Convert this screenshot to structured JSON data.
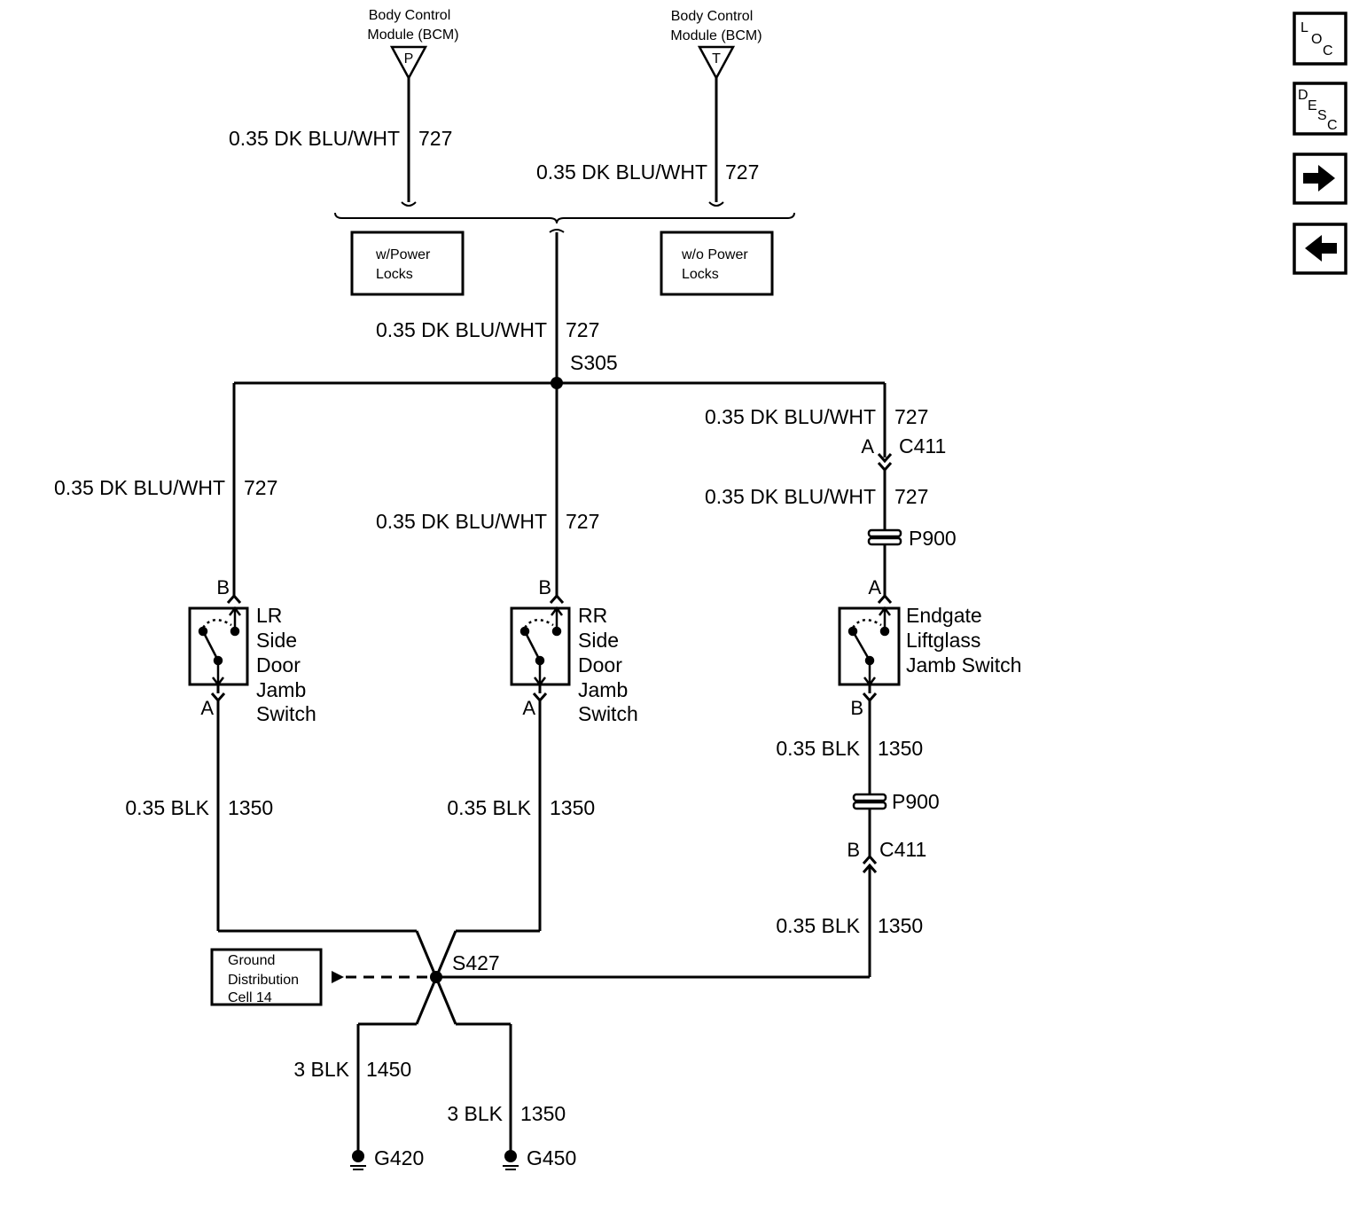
{
  "modules": {
    "bcm_left": {
      "line1": "Body Control",
      "line2": "Module (BCM)",
      "pin": "P"
    },
    "bcm_right": {
      "line1": "Body Control",
      "line2": "Module (BCM)",
      "pin": "T"
    }
  },
  "options": {
    "with_power_locks": {
      "line1": "w/Power",
      "line2": "Locks"
    },
    "without_power_locks": {
      "line1": "w/o Power",
      "line2": "Locks"
    }
  },
  "wires": {
    "bcm_left_wire": {
      "label": "0.35 DK BLU/WHT",
      "circuit": "727"
    },
    "bcm_right_wire": {
      "label": "0.35 DK BLU/WHT",
      "circuit": "727"
    },
    "main_feed": {
      "label": "0.35 DK BLU/WHT",
      "circuit": "727"
    },
    "lr_feed": {
      "label": "0.35 DK BLU/WHT",
      "circuit": "727"
    },
    "rr_feed": {
      "label": "0.35 DK BLU/WHT",
      "circuit": "727"
    },
    "endgate_feed_upper": {
      "label": "0.35 DK BLU/WHT",
      "circuit": "727"
    },
    "endgate_feed_lower": {
      "label": "0.35 DK BLU/WHT",
      "circuit": "727"
    },
    "lr_ground": {
      "label": "0.35 BLK",
      "circuit": "1350"
    },
    "rr_ground": {
      "label": "0.35 BLK",
      "circuit": "1350"
    },
    "endgate_ground_upper": {
      "label": "0.35 BLK",
      "circuit": "1350"
    },
    "endgate_ground_lower": {
      "label": "0.35 BLK",
      "circuit": "1350"
    },
    "g420_wire": {
      "label": "3 BLK",
      "circuit": "1450"
    },
    "g450_wire": {
      "label": "3 BLK",
      "circuit": "1350"
    }
  },
  "splices": {
    "top": "S305",
    "bottom": "S427"
  },
  "connectors": {
    "c411_upper": {
      "name": "C411",
      "pin": "A"
    },
    "c411_lower": {
      "name": "C411",
      "pin": "B"
    },
    "p900_upper": "P900",
    "p900_lower": "P900"
  },
  "switches": {
    "lr": {
      "lines": [
        "LR",
        "Side",
        "Door",
        "Jamb",
        "Switch"
      ],
      "pin_top": "B",
      "pin_bottom": "A"
    },
    "rr": {
      "lines": [
        "RR",
        "Side",
        "Door",
        "Jamb",
        "Switch"
      ],
      "pin_top": "B",
      "pin_bottom": "A"
    },
    "endgate": {
      "lines": [
        "Endgate",
        "Liftglass",
        "Jamb Switch"
      ],
      "pin_top": "A",
      "pin_bottom": "B"
    }
  },
  "ground_distribution": {
    "line1": "Ground",
    "line2": "Distribution",
    "line3": "Cell 14"
  },
  "grounds": {
    "g420": "G420",
    "g450": "G450"
  },
  "nav": {
    "loc": {
      "l1": "L",
      "l2": "O",
      "l3": "C"
    },
    "desc": {
      "l1": "D",
      "l2": "E",
      "l3": "S",
      "l4": "C"
    },
    "next": "right-arrow-icon",
    "prev": "left-arrow-icon"
  }
}
